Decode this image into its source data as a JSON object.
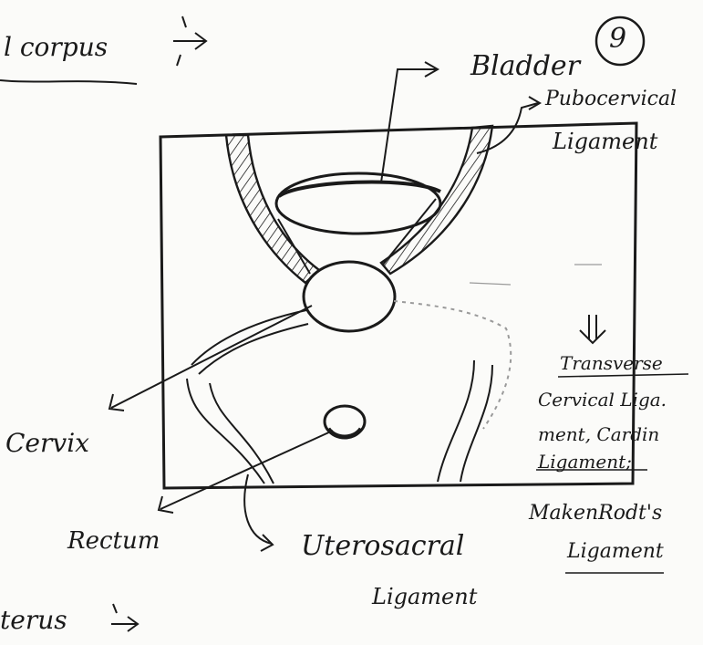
{
  "page_number": "9",
  "headings": {
    "top": "l corpus",
    "bottom": "terus"
  },
  "labels": {
    "bladder": "Bladder",
    "pubocervical_line1": "Pubocervical",
    "pubocervical_line2": "Ligament",
    "transverse_line1": "Transverse",
    "transverse_line2": "Cervical Liga.",
    "transverse_line3": "ment, Cardin",
    "transverse_line4": "Ligament;",
    "transverse_line5": "MakenRodt's",
    "transverse_line6": "Ligament",
    "cervix": "Cervix",
    "rectum": "Rectum",
    "uterosacral_line1": "Uterosacral",
    "uterosacral_line2": "Ligament"
  },
  "colors": {
    "ink": "#1a1a1a",
    "paper": "#fbfbf9",
    "faint": "#9a9a9a"
  }
}
